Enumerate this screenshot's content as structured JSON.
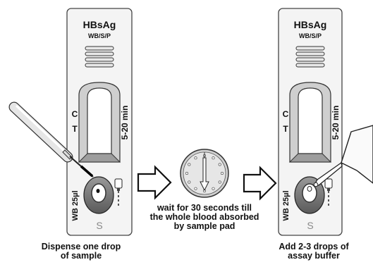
{
  "left_cassette": {
    "title": "HBsAg",
    "subtitle": "WB/S/P",
    "control_mark": "C",
    "test_mark": "T",
    "read_time": "5-20 min",
    "sample_volume": "WB 25µl",
    "sample_mark": "S"
  },
  "right_cassette": {
    "title": "HBsAg",
    "subtitle": "WB/S/P",
    "control_mark": "C",
    "test_mark": "T",
    "read_time": "5-20 min",
    "sample_volume": "WB 25µl",
    "sample_mark": "S"
  },
  "captions": {
    "step1_line1": "Dispense one drop",
    "step1_line2": "of sample",
    "wait_line1": "wait for 30 seconds till",
    "wait_line2": "the whole blood absorbed",
    "wait_line3": "by sample pad",
    "step2_line1": "Add 2-3 drops of",
    "step2_line2": "assay buffer"
  }
}
